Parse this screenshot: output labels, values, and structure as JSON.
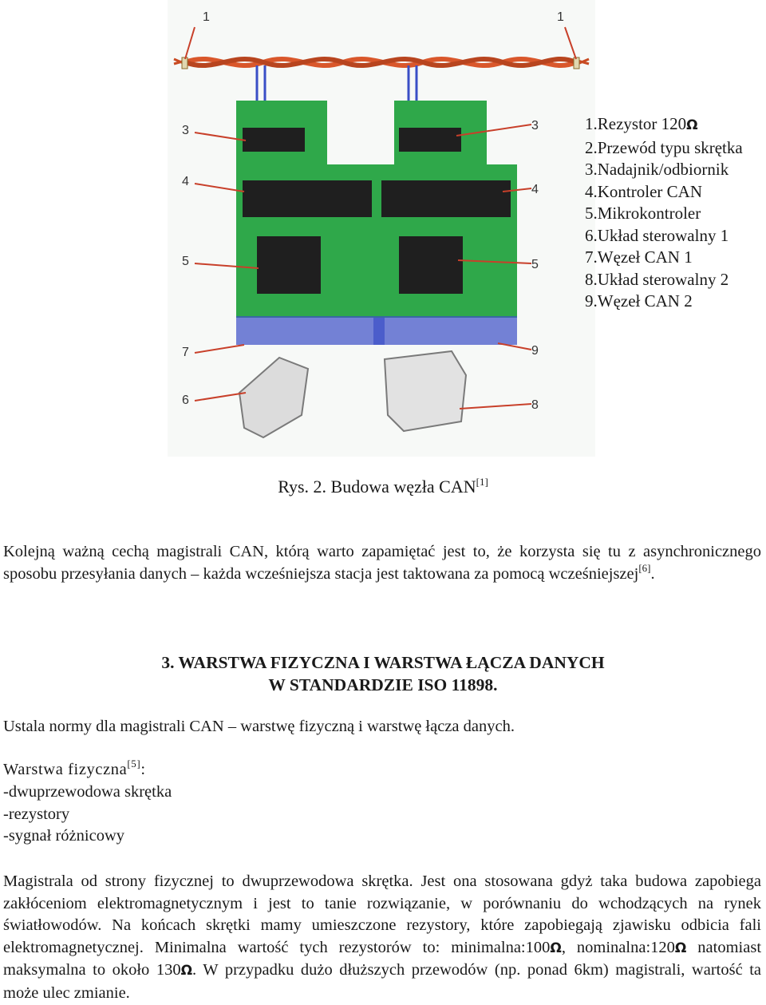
{
  "figure": {
    "callouts": [
      "1",
      "1",
      "3",
      "3",
      "4",
      "4",
      "5",
      "5",
      "7",
      "9",
      "6",
      "8"
    ],
    "legend": [
      "1.Rezystor 120",
      "2.Przewód typu skrętka",
      "3.Nadajnik/odbiornik",
      "4.Kontroler CAN",
      "5.Mikrokontroler",
      "6.Układ sterowalny 1",
      "7.Węzeł CAN 1",
      "8.Układ sterowalny 2",
      "9.Węzeł CAN 2"
    ],
    "ohm_symbol": "Ω",
    "caption": "Rys. 2. Budowa węzła CAN",
    "caption_ref": "[1]"
  },
  "para1": {
    "text": "Kolejną ważną cechą magistrali CAN, którą warto zapamiętać jest to, że korzysta się tu z asynchronicznego sposobu przesyłania danych – każda wcześniejsza stacja jest taktowana za pomocą wcześniejszej",
    "ref": "[6]",
    "end": "."
  },
  "section": {
    "heading_line1": "3. WARSTWA FIZYCZNA I WARSTWA ŁĄCZA DANYCH",
    "heading_line2": "W STANDARDZIE ISO 11898.",
    "intro": "Ustala normy dla magistrali CAN – warstwę fizyczną i warstwę łącza danych.",
    "list_title": "Warstwa fizyczna",
    "list_ref": "[5]",
    "list_colon": ":",
    "items": [
      "-dwuprzewodowa skrętka",
      "-rezystory",
      "-sygnał różnicowy"
    ]
  },
  "para2": {
    "a": "Magistrala od strony fizycznej to dwuprzewodowa skrętka. Jest ona stosowana gdyż taka budowa zapobiega zakłóceniom elektromagnetycznym i jest to tanie rozwiązanie, w porównaniu do wchodzących na rynek światłowodów. Na końcach skrętki mamy umieszczone rezystory, które zapobiegają zjawisku odbicia fali elektromagnetycznej. Minimalna wartość tych rezystorów to: minimalna:100",
    "b": ", nominalna:120",
    "c": " natomiast maksymalna to około 130",
    "d": ". W przypadku dużo dłuższych przewodów (np. ponad 6km) magistrali, wartość ta może ulec zmianie."
  }
}
